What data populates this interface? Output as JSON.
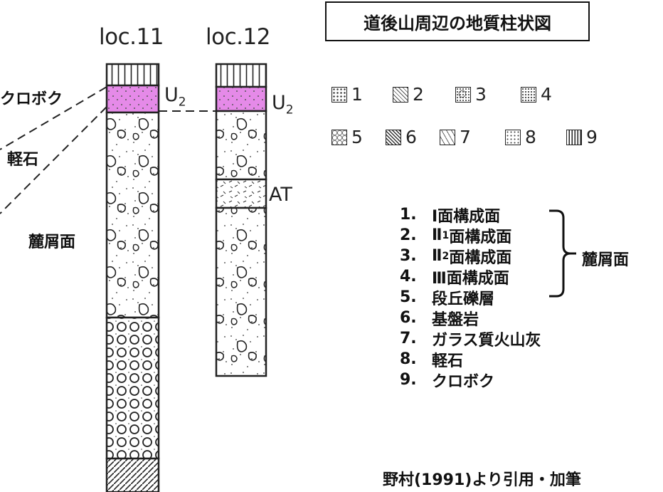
{
  "title": "道後山周辺の地質柱状図",
  "columns": [
    {
      "label": "loc.11",
      "unit": "U",
      "unit_sub": "2"
    },
    {
      "label": "loc.12",
      "unit": "U",
      "unit_sub": "2",
      "layer_label": "AT"
    }
  ],
  "side_labels": {
    "kuroboku": "クロボク",
    "karuishi": "軽石",
    "fumoto": "麓屑面"
  },
  "legend_numbers": [
    "1",
    "2",
    "3",
    "4",
    "5",
    "6",
    "7",
    "8",
    "9"
  ],
  "list": [
    {
      "num": "1.",
      "text": "Ⅰ面構成面"
    },
    {
      "num": "2.",
      "text": "Ⅱ",
      "sub": "1",
      "tail": "面構成面"
    },
    {
      "num": "3.",
      "text": "Ⅱ",
      "sub": "2",
      "tail": "面構成面"
    },
    {
      "num": "4.",
      "text": "Ⅲ面構成面"
    },
    {
      "num": "5.",
      "text": "段丘礫層"
    },
    {
      "num": "6.",
      "text": "基盤岩"
    },
    {
      "num": "7.",
      "text": "ガラス質火山灰"
    },
    {
      "num": "8.",
      "text": "軽石"
    },
    {
      "num": "9.",
      "text": "クロボク"
    }
  ],
  "bracket_label": "麓屑面",
  "citation": "野村(1991)より引用・加筆",
  "colors": {
    "pumice_highlight": "#e58ae8",
    "ink": "#222222"
  }
}
